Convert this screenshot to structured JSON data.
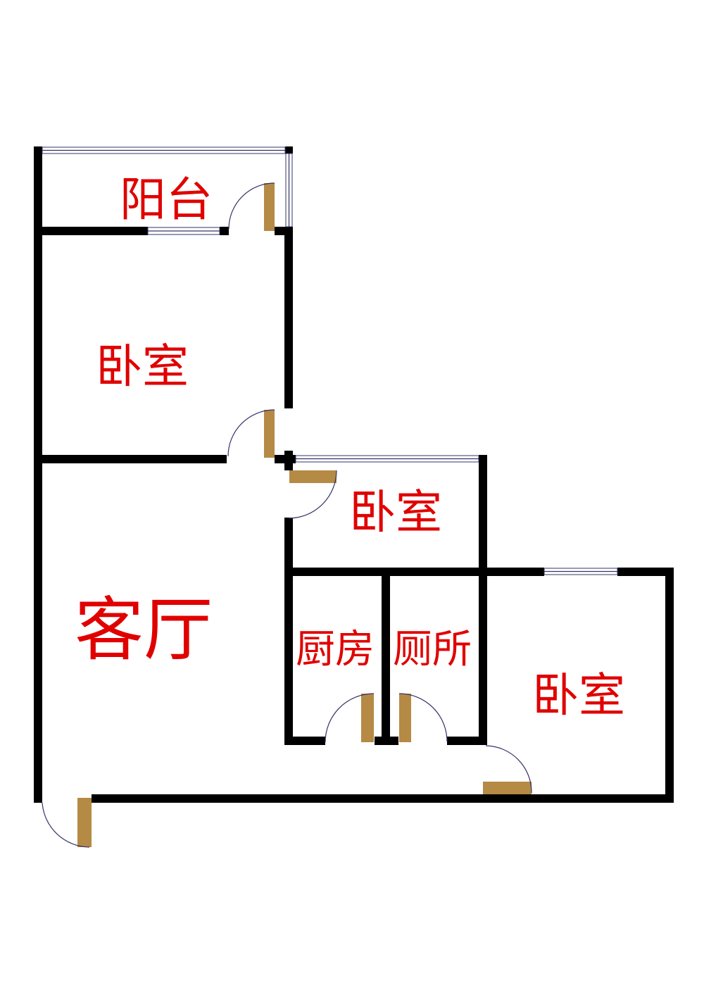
{
  "rooms": {
    "balcony": "阳台",
    "bedroom_1": "卧室",
    "bedroom_2": "卧室",
    "bedroom_3": "卧室",
    "living_room": "客厅",
    "kitchen": "厨房",
    "toilet": "厕所"
  },
  "colors": {
    "wall": "#000000",
    "label": "#e00000",
    "door": "#b58a45"
  }
}
